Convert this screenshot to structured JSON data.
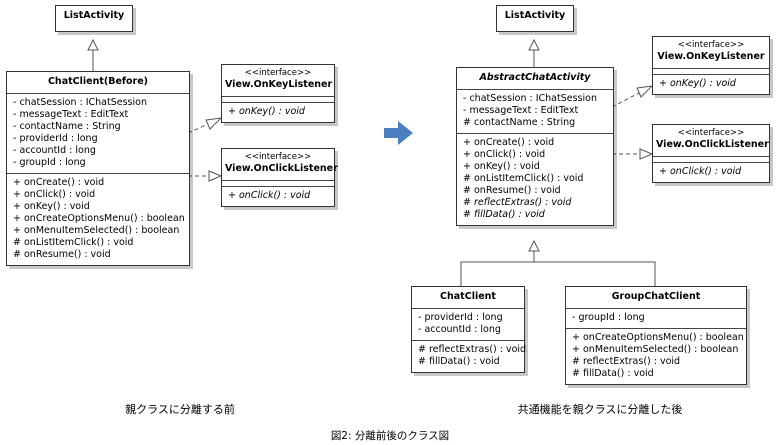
{
  "classes": {
    "list_activity_left": {
      "name": "ListActivity"
    },
    "chat_client_before": {
      "name": "ChatClient(Before)",
      "attributes": [
        "- chatSession : IChatSession",
        "- messageText : EditText",
        "- contactName : String",
        "- providerId : long",
        "- accountId : long",
        "- groupId : long"
      ],
      "operations": [
        "+ onCreate() : void",
        "+ onClick() : void",
        "+ onKey() : void",
        "+ onCreateOptionsMenu() : boolean",
        "+ onMenuItemSelected() : boolean",
        "# onListItemClick() : void",
        "# onResume() : void"
      ]
    },
    "onkey_left": {
      "stereotype": "<<interface>>",
      "name": "View.OnKeyListener",
      "operations": [
        "+ onKey() : void"
      ]
    },
    "onclick_left": {
      "stereotype": "<<interface>>",
      "name": "View.OnClickListener",
      "operations": [
        "+ onClick() : void"
      ]
    },
    "list_activity_right": {
      "name": "ListActivity"
    },
    "abstract_chat": {
      "name": "AbstractChatActivity",
      "attributes": [
        "- chatSession : IChatSession",
        "- messageText : EditText",
        "# contactName : String"
      ],
      "operations": [
        "+ onCreate() : void",
        "+ onClick() : void",
        "+ onKey() : void",
        "# onListItemClick() : void",
        "# onResume() : void",
        "# reflectExtras() : void",
        "# fillData() : void"
      ]
    },
    "onkey_right": {
      "stereotype": "<<interface>>",
      "name": "View.OnKeyListener",
      "operations": [
        "+ onKey() : void"
      ]
    },
    "onclick_right": {
      "stereotype": "<<interface>>",
      "name": "View.OnClickListener",
      "operations": [
        "+ onClick() : void"
      ]
    },
    "chat_client": {
      "name": "ChatClient",
      "attributes": [
        "- providerId : long",
        "- accountId : long"
      ],
      "operations": [
        "# reflectExtras() : void",
        "# fillData() : void"
      ]
    },
    "group_chat_client": {
      "name": "GroupChatClient",
      "attributes": [
        "- groupId : long"
      ],
      "operations": [
        "+ onCreateOptionsMenu() : boolean",
        "+ onMenuItemSelected() : boolean",
        "# reflectExtras() : void",
        "# fillData() : void"
      ]
    }
  },
  "captions": {
    "left": "親クラスに分離する前",
    "right": "共通機能を親クラスに分離した後",
    "figure": "図2: 分離前後のクラス図"
  },
  "colors": {
    "transition_arrow": "#4a7fc1",
    "line": "#555555",
    "border": "#333333"
  }
}
